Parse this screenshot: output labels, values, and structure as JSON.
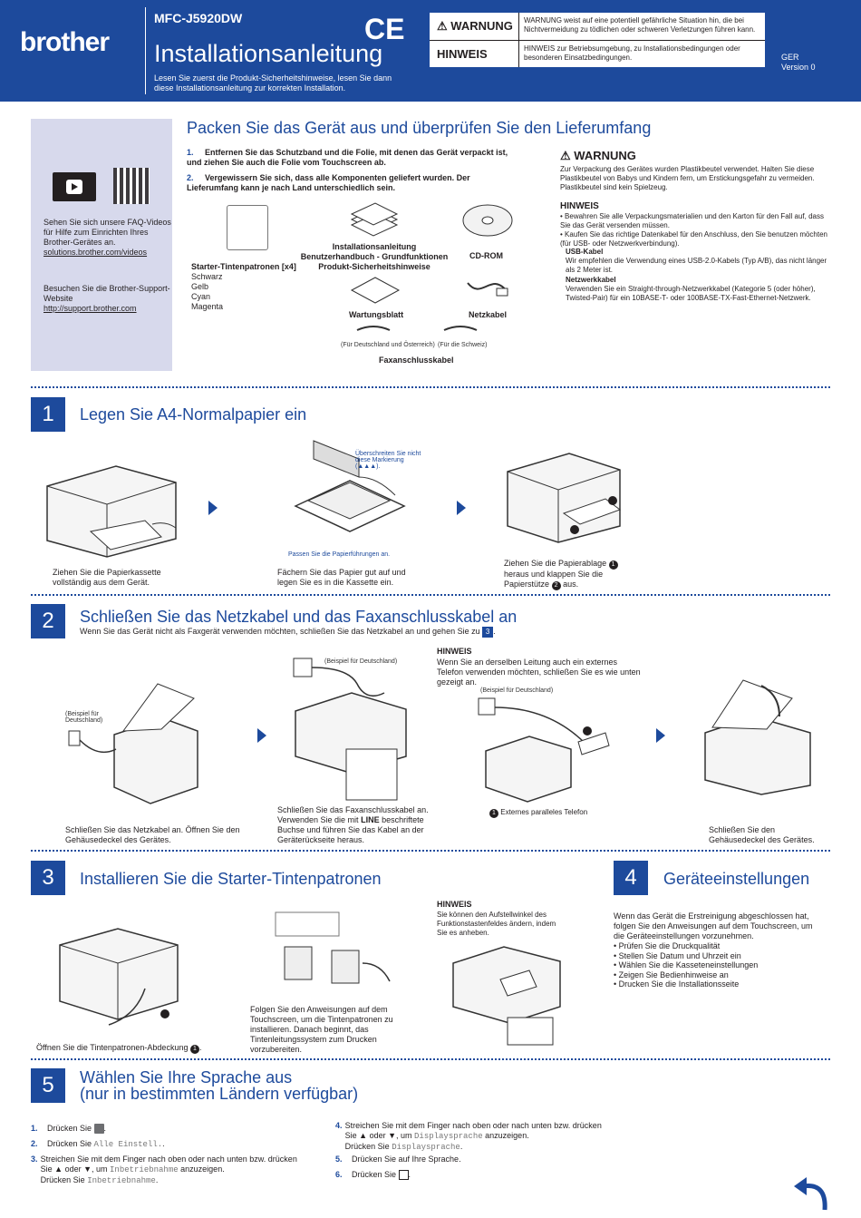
{
  "header": {
    "logo": "brother",
    "model": "MFC-J5920DW",
    "title": "Installationsanleitung",
    "intro": "Lesen Sie zuerst die Produkt-Sicherheitshinweise, lesen Sie dann diese Installationsanleitung zur korrekten Installation.",
    "ce_mark": "CE",
    "warning_label": "WARNUNG",
    "warning_text": "WARNUNG weist auf eine potentiell gefährliche Situation hin, die bei Nichtvermeidung zu tödlichen oder schweren Verletzungen führen kann.",
    "note_label": "HINWEIS",
    "note_text": "HINWEIS zur Betriebsumgebung, zu Installationsbedingungen oder besonderen Einsatzbedingungen.",
    "lang": "GER",
    "version": "Version 0"
  },
  "side": {
    "faq_text": "Sehen Sie sich unsere FAQ-Videos für Hilfe zum Einrichten Ihres Brother-Gerätes an.",
    "faq_link": "solutions.brother.com/videos",
    "support_text": "Besuchen Sie die Brother-Support-Website",
    "support_link": "http://support.brother.com"
  },
  "unpack": {
    "title": "Packen Sie das Gerät aus und überprüfen Sie den Lieferumfang",
    "step1_num": "1.",
    "step1": "Entfernen Sie das Schutzband und die Folie, mit denen das Gerät verpackt ist, und ziehen Sie auch die Folie vom Touchscreen ab.",
    "step2_num": "2.",
    "step2": "Vergewissern Sie sich, dass alle Komponenten geliefert wurden. Der Lieferumfang kann je nach Land unterschiedlich sein.",
    "cartridges_label": "Starter-Tintenpatronen [x4]",
    "cartridges": [
      "Schwarz",
      "Gelb",
      "Cyan",
      "Magenta"
    ],
    "manuals": "Installationsanleitung\nBenutzerhandbuch - Grundfunktionen\nProdukt-Sicherheitshinweise",
    "cdrom": "CD-ROM",
    "maint_sheet": "Wartungsblatt",
    "power_cord": "Netzkabel",
    "fax_de_at": "(Für Deutschland und Österreich)",
    "fax_ch": "(Für die Schweiz)",
    "fax_cable": "Faxanschlusskabel",
    "warning_label": "WARNUNG",
    "warning_text": "Zur Verpackung des Gerätes wurden Plastikbeutel verwendet. Halten Sie diese Plastikbeutel von Babys und Kindern fern, um Erstickungsgefahr zu vermeiden. Plastikbeutel sind kein Spielzeug.",
    "note_label": "HINWEIS",
    "notes": [
      "Bewahren Sie alle Verpackungsmaterialien und den Karton für den Fall auf, dass Sie das Gerät versenden müssen.",
      "Kaufen Sie das richtige Datenkabel für den Anschluss, den Sie benutzen möchten (für USB- oder Netzwerkverbindung)."
    ],
    "usb_label": "USB-Kabel",
    "usb_text": "Wir empfehlen die Verwendung eines USB-2.0-Kabels (Typ A/B), das nicht länger als 2 Meter ist.",
    "net_label": "Netzwerkkabel",
    "net_text": "Verwenden Sie ein Straight-through-Netzwerkkabel (Kategorie 5 (oder höher), Twisted-Pair) für ein 10BASE-T- oder 100BASE-TX-Fast-Ethernet-Netzwerk."
  },
  "s1": {
    "num": "1",
    "title": "Legen Sie A4-Normalpapier ein",
    "cap1": "Ziehen Sie die Papierkassette vollständig aus dem Gerät.",
    "note_mark": "Überschreiten Sie nicht diese Markierung (▲▲▲).",
    "note_guides": "Passen Sie die Papierführungen an.",
    "cap2": "Fächern Sie das Papier gut auf und legen Sie es in die Kassette ein.",
    "cap3a": "Ziehen Sie die Papierablage",
    "cap3b": "heraus und klappen Sie die Papierstütze",
    "cap3c": "aus."
  },
  "s2": {
    "num": "2",
    "title": "Schließen Sie das Netzkabel und das Faxanschlusskabel an",
    "sub_a": "Wenn Sie das Gerät nicht als Faxgerät verwenden möchten, schließen Sie das Netzkabel an und gehen Sie zu",
    "sub_ref": "3",
    "example_de": "(Beispiel für Deutschland)",
    "cap1": "Schließen Sie das Netzkabel an. Öffnen Sie den Gehäusedeckel des Gerätes.",
    "cap2a": "Schließen Sie das Faxanschlusskabel an. Verwenden Sie die mit",
    "cap2_bold": "LINE",
    "cap2b": "beschriftete Buchse und führen Sie das Kabel an der Geräterückseite heraus.",
    "note_label": "HINWEIS",
    "note_text": "Wenn Sie an derselben Leitung auch ein externes Telefon verwenden möchten, schließen Sie es wie unten gezeigt an.",
    "ext_phone": "Externes paralleles Telefon",
    "cap4": "Schließen Sie den Gehäusedeckel des Gerätes."
  },
  "s3": {
    "num": "3",
    "title": "Installieren Sie die Starter-Tintenpatronen",
    "cap1": "Öffnen Sie die Tintenpatronen-Abdeckung",
    "cap2": "Folgen Sie den Anweisungen auf dem Touchscreen, um die Tintenpatronen zu installieren. Danach beginnt, das Tintenleitungssystem zum Drucken vorzubereiten.",
    "note_label": "HINWEIS",
    "note_text": "Sie können den Aufstellwinkel des Funktionstastenfeldes ändern, indem Sie es anheben."
  },
  "s4": {
    "num": "4",
    "title": "Geräteeinstellungen",
    "intro": "Wenn das Gerät die Erstreinigung abgeschlossen hat, folgen Sie den Anweisungen auf dem Touchscreen, um die Geräteeinstellungen vorzunehmen.",
    "items": [
      "Prüfen Sie die Druckqualität",
      "Stellen Sie Datum und Uhrzeit ein",
      "Wählen Sie die Kasseteneinstellungen",
      "Zeigen Sie Bedienhinweise an",
      "Drucken Sie die Installationsseite"
    ]
  },
  "s5": {
    "num": "5",
    "title": "Wählen Sie Ihre Sprache aus",
    "title2": "(nur in bestimmten Ländern verfügbar)",
    "l1_num": "1.",
    "l1": "Drücken Sie",
    "l2_num": "2.",
    "l2a": "Drücken Sie",
    "l2_mono": "Alle Einstell.",
    "l3_num": "3.",
    "l3a": "Streichen Sie mit dem Finger nach oben oder nach unten bzw. drücken Sie ▲ oder ▼, um",
    "l3_mono": "Inbetriebnahme",
    "l3b": "anzuzeigen.",
    "l3c": "Drücken Sie",
    "l3_mono2": "Inbetriebnahme",
    "l4_num": "4.",
    "l4a": "Streichen Sie mit dem Finger nach oben oder nach unten bzw. drücken Sie ▲ oder ▼, um",
    "l4_mono": "Displaysprache",
    "l4b": "anzuzeigen.",
    "l4c": "Drücken Sie",
    "l4_mono2": "Displaysprache",
    "l5_num": "5.",
    "l5": "Drücken Sie auf Ihre Sprache.",
    "l6_num": "6.",
    "l6": "Drücken Sie"
  },
  "colors": {
    "brand_blue": "#1d4a9c",
    "panel": "#d7d9ec"
  },
  "icons": [
    "video-icon",
    "qr-code-icon",
    "warning-triangle-icon",
    "arrow-right-icon",
    "settings-icon",
    "home-icon",
    "back-arrow-icon"
  ]
}
